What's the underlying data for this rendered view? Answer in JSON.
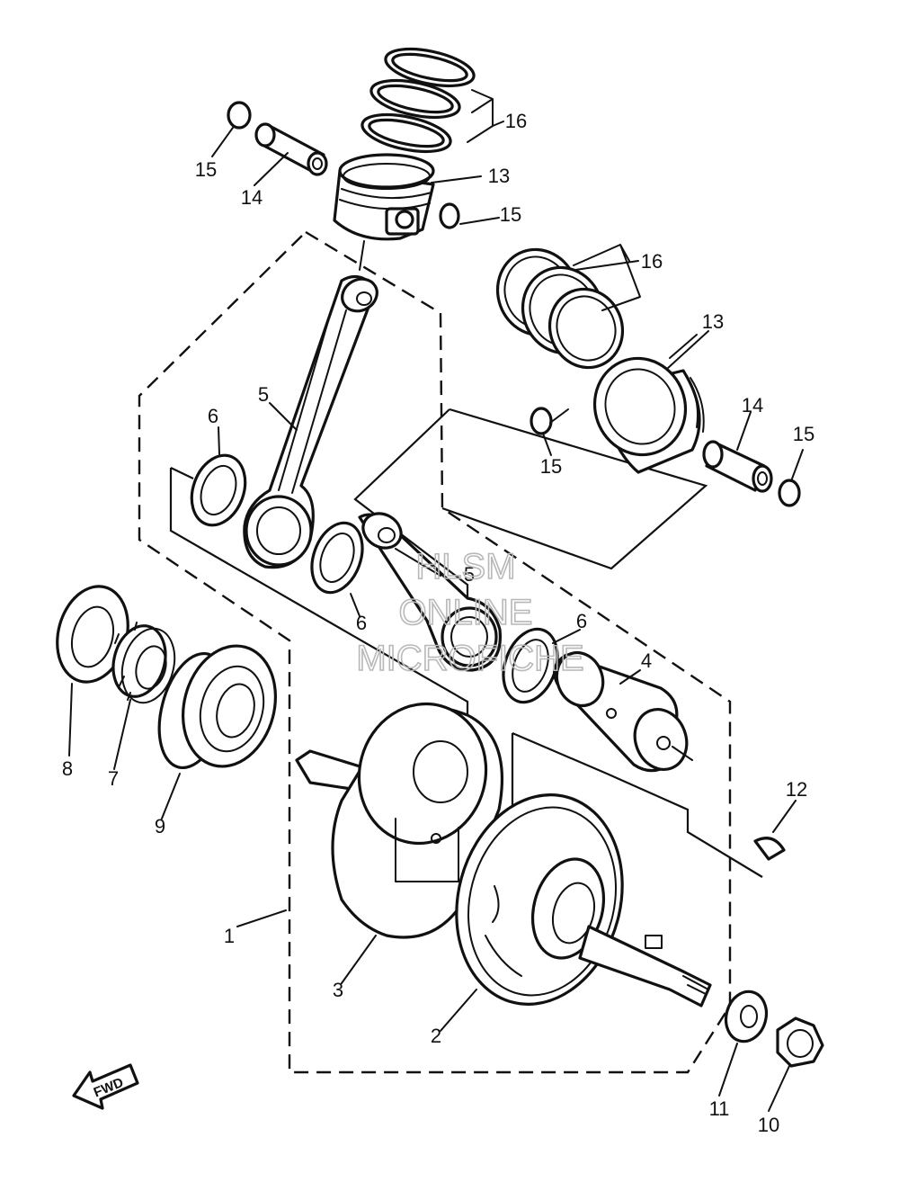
{
  "callouts": {
    "c1": "1",
    "c2": "2",
    "c3": "3",
    "c4": "4",
    "c5a": "5",
    "c5b": "5",
    "c6a": "6",
    "c6b": "6",
    "c6c": "6",
    "c7": "7",
    "c8": "8",
    "c9": "9",
    "c10": "10",
    "c11": "11",
    "c12": "12",
    "c13a": "13",
    "c13b": "13",
    "c14a": "14",
    "c14b": "14",
    "c15a": "15",
    "c15b": "15",
    "c15c": "15",
    "c15d": "15",
    "c16a": "16",
    "c16b": "16"
  },
  "fwd_arrow": {
    "label": "FWD"
  },
  "watermark": {
    "line1": "HLSM",
    "line2": "ONLINE",
    "line3": "MICROFICHE"
  },
  "colors": {
    "ink": "#111111",
    "watermark": "#b8b8b8",
    "background": "#ffffff"
  }
}
